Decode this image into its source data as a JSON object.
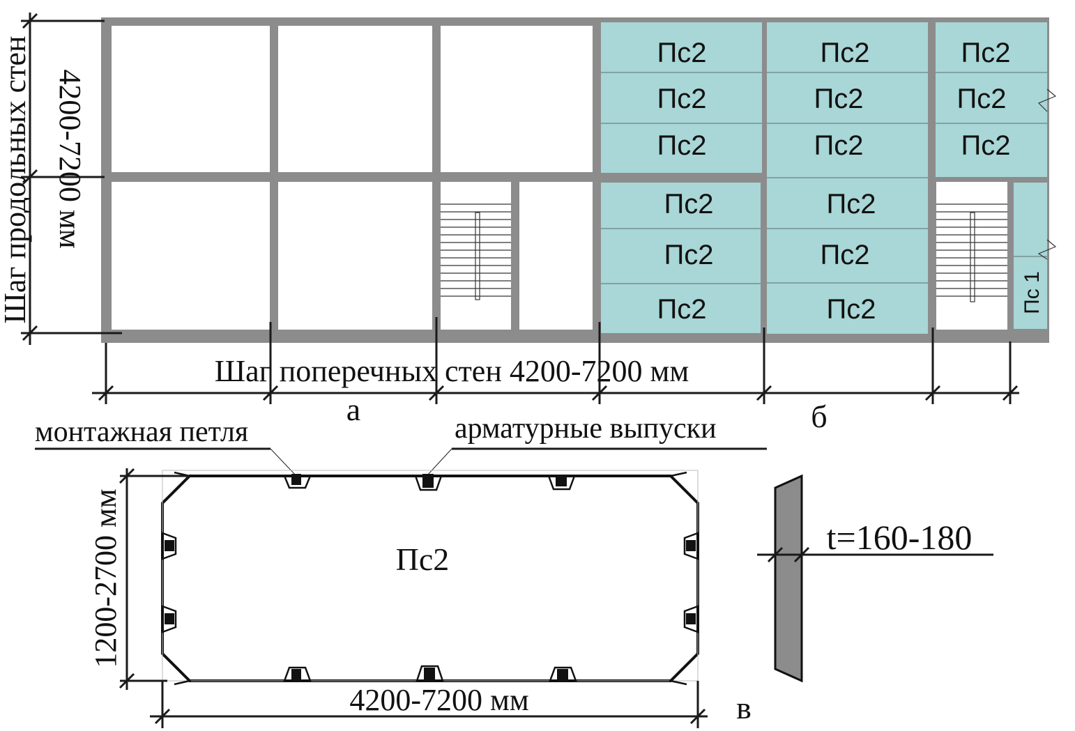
{
  "plan": {
    "vertical_dimension_label_line1": "Шаг продольных стен",
    "vertical_dimension_label_line2": "4200-7200 мм",
    "horizontal_dimension_label": "Шаг поперечных стен 4200-7200 мм",
    "view_label_a": "а",
    "view_label_b": "б",
    "panel_labels": {
      "c1": [
        "Пс2",
        "Пс2",
        "Пс2",
        "Пс2",
        "Пс2",
        "Пс2"
      ],
      "c2": [
        "Пс2",
        "Пс2",
        "Пс2",
        "Пс2",
        "Пс2",
        "Пс2"
      ],
      "c3": [
        "Пс2",
        "Пс2",
        "Пс2"
      ],
      "narrow": "Пс 1"
    }
  },
  "panel_detail": {
    "callout_loop": "монтажная петля",
    "callout_rebar": "арматурные выпуски",
    "panel_name": "Пс2",
    "height_label": "1200-2700 мм",
    "width_label": "4200-7200 мм",
    "thickness_label": "t=160-180",
    "view_label_v": "в"
  },
  "colors": {
    "wall": "#8c8c8c",
    "panel_fill": "#a9d6d6",
    "section_fill": "#8c8c8c"
  }
}
